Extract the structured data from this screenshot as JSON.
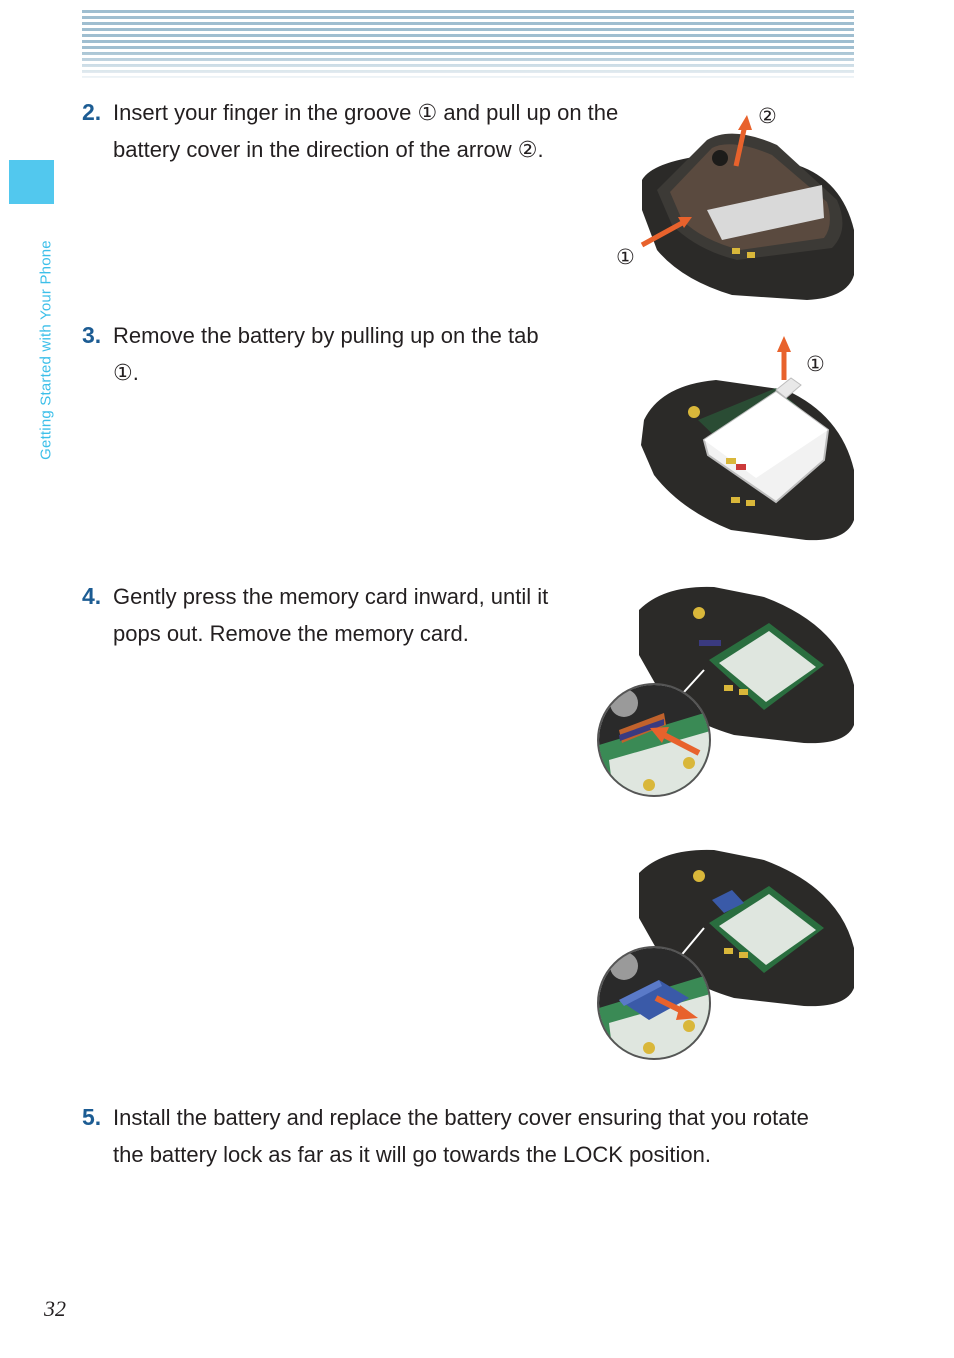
{
  "sidebar": {
    "section_label": "Getting Started with Your Phone"
  },
  "steps": [
    {
      "number": "2.",
      "text": "Insert your finger in the groove ① and pull up on the battery cover in the direction of the arrow ②."
    },
    {
      "number": "3.",
      "text": "Remove the battery by pulling up on the tab ①."
    },
    {
      "number": "4.",
      "text": "Gently press the memory card inward, until it pops out. Remove the memory card."
    },
    {
      "number": "5.",
      "text": "Install the battery and replace the battery cover ensuring that you rotate the battery lock as far as it will go towards the LOCK position."
    }
  ],
  "figures": {
    "cover_callout_1": "①",
    "cover_callout_2": "②",
    "battery_callout_1": "①"
  },
  "footer": {
    "page_number": "32"
  },
  "colors": {
    "step_number": "#1c5c93",
    "side_tab": "#52c8ee",
    "arrow": "#e8622c",
    "phone_body": "#2b2a28"
  }
}
